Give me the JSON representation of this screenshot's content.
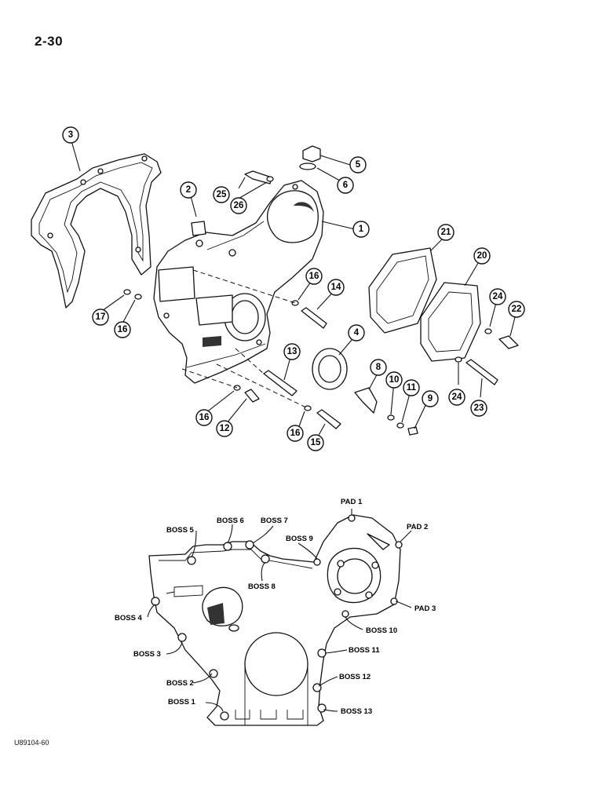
{
  "page": {
    "page_number": "2-30",
    "figure_code": "U89104-60"
  },
  "exploded_view": {
    "callouts": [
      "1",
      "2",
      "3",
      "4",
      "5",
      "6",
      "8",
      "9",
      "10",
      "11",
      "12",
      "13",
      "14",
      "15",
      "16",
      "16",
      "16",
      "16",
      "17",
      "20",
      "21",
      "22",
      "23",
      "24",
      "24",
      "25",
      "26"
    ]
  },
  "cover_view": {
    "labels": {
      "pad1": "PAD 1",
      "pad2": "PAD 2",
      "pad3": "PAD 3",
      "boss1": "BOSS 1",
      "boss2": "BOSS 2",
      "boss3": "BOSS 3",
      "boss4": "BOSS 4",
      "boss5": "BOSS 5",
      "boss6": "BOSS 6",
      "boss7": "BOSS 7",
      "boss8": "BOSS 8",
      "boss9": "BOSS 9",
      "boss10": "BOSS 10",
      "boss11": "BOSS 11",
      "boss12": "BOSS 12",
      "boss13": "BOSS 13"
    }
  }
}
